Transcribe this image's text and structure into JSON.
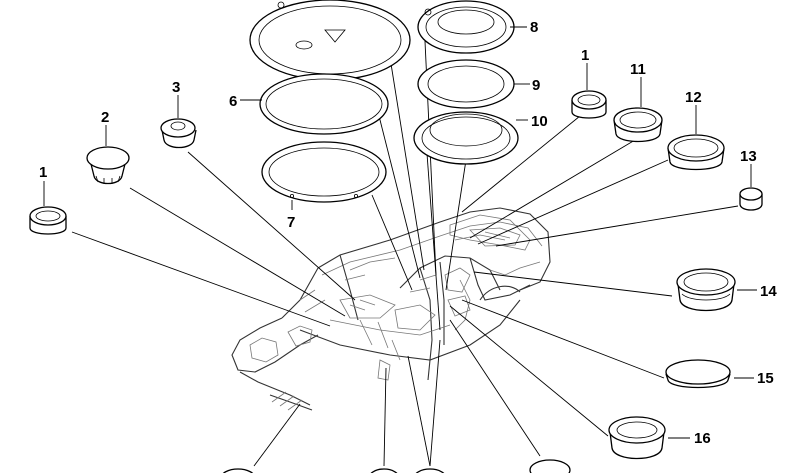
{
  "diagram": {
    "labels": {
      "p1a": "1",
      "p1b": "1",
      "p2": "2",
      "p3": "3",
      "p6": "6",
      "p7": "7",
      "p8": "8",
      "p9": "9",
      "p10": "10",
      "p11": "11",
      "p12": "12",
      "p13": "13",
      "p14": "14",
      "p15": "15",
      "p16": "16"
    },
    "colors": {
      "line": "#000000",
      "body_outline": "#777777",
      "background": "#ffffff"
    }
  }
}
